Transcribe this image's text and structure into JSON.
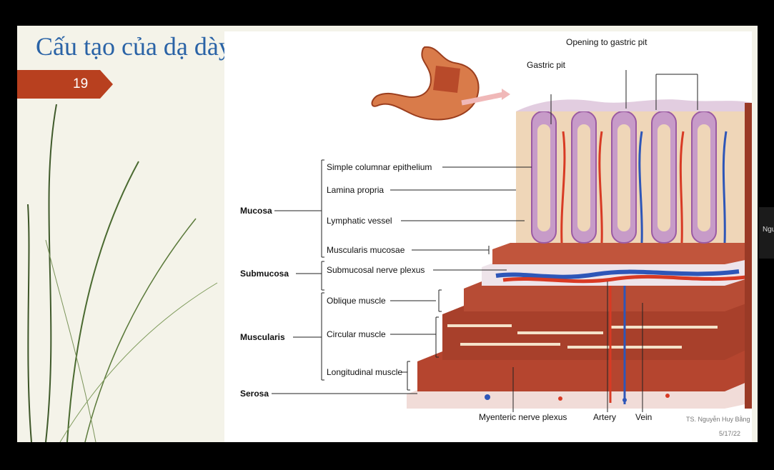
{
  "slide": {
    "title": "Cấu tạo của dạ dày",
    "number": "19",
    "date": "5/17/22"
  },
  "figure": {
    "labels_top": {
      "opening": "Opening to gastric pit",
      "gastric_pit": "Gastric pit"
    },
    "layers": {
      "mucosa": "Mucosa",
      "submucosa": "Submucosa",
      "muscularis": "Muscularis",
      "serosa": "Serosa"
    },
    "parts": {
      "simple_columnar": "Simple columnar epithelium",
      "lamina_propria": "Lamina propria",
      "lymphatic_vessel": "Lymphatic vessel",
      "muscularis_mucosae": "Muscularis mucosae",
      "submucosal_plexus": "Submucosal nerve plexus",
      "oblique": "Oblique muscle",
      "circular": "Circular muscle",
      "longitudinal": "Longitudinal muscle"
    },
    "labels_bottom": {
      "myenteric": "Myenteric nerve plexus",
      "artery": "Artery",
      "vein": "Vein"
    },
    "credit": "TS. Nguyễn Huy Bằng"
  },
  "side_tab": {
    "text": "Ngu"
  },
  "nav": {
    "icons": [
      "arrow-left-icon",
      "pen-icon",
      "menu-icon",
      "arrow-right-icon"
    ]
  },
  "colors": {
    "title": "#2a63a6",
    "banner": "#b8401f",
    "muscle": "#b5452f",
    "mucosa": "#c79bc8",
    "vein": "#2e56b8",
    "artery": "#d83a24"
  }
}
